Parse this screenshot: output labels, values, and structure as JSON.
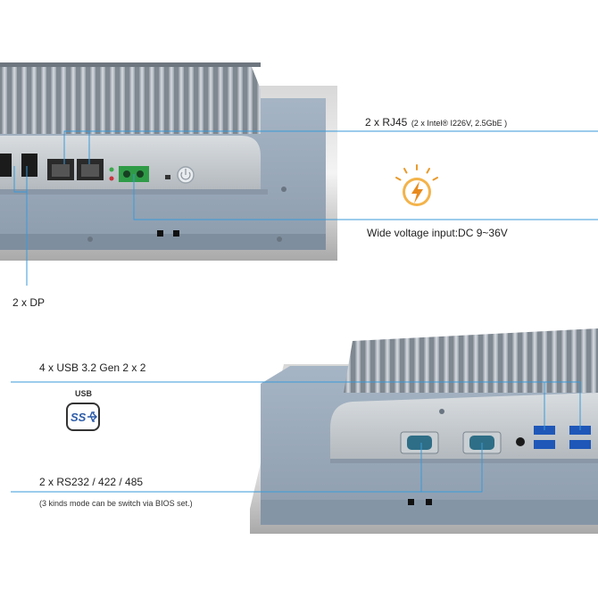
{
  "callouts": {
    "rj45_main": "2 x RJ45",
    "rj45_detail": "(2 x Intel® I226V, 2.5GbE  )",
    "power": "Wide voltage input:DC 9~36V",
    "dp": "2 x DP",
    "usb": "4 x USB 3.2  Gen 2 x 2",
    "usb_logo_caption": "USB",
    "usb_logo_text": "SS",
    "rs": "2 x RS232 / 422 / 485",
    "rs_note": "(3 kinds mode can be switch via BIOS set.)"
  },
  "icons": {
    "usb_logo": "usb-superspeed-icon",
    "power_badge": "lightning-bolt-icon"
  },
  "colors": {
    "callout_line": "#3a9ad9",
    "chassis": "#9aaabb",
    "heatsink": "#b9c0c8",
    "badge": "#e89a2c"
  }
}
